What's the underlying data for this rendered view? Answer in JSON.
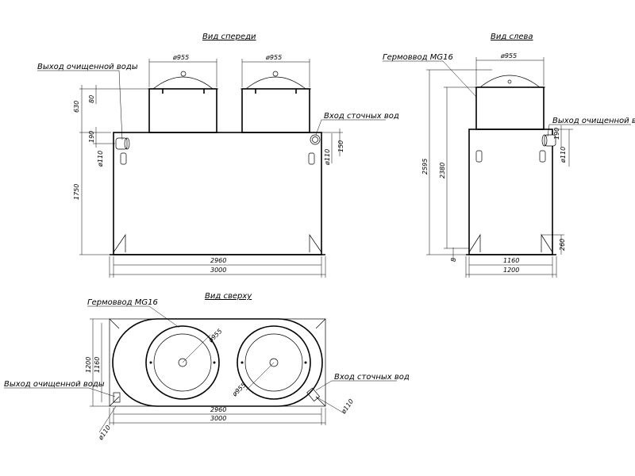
{
  "views": {
    "front": {
      "title": "Вид спереди"
    },
    "left": {
      "title": "Вид слева"
    },
    "top": {
      "title": "Вид сверху"
    }
  },
  "labels": {
    "outlet": "Выход очищенной воды",
    "inlet": "Вход сточных вод",
    "gland": "Гермоввод MG16"
  },
  "dims": {
    "d955": "ø955",
    "d110": "ø110",
    "h630": "630",
    "h80": "80",
    "h190": "190",
    "h150": "150",
    "h1750": "1750",
    "w2960": "2960",
    "w3000": "3000",
    "h2595": "2595",
    "h2380": "2380",
    "h8": "8",
    "h260": "260",
    "w1160": "1160",
    "w1200": "1200",
    "h1200": "1200",
    "h1160": "1160"
  }
}
